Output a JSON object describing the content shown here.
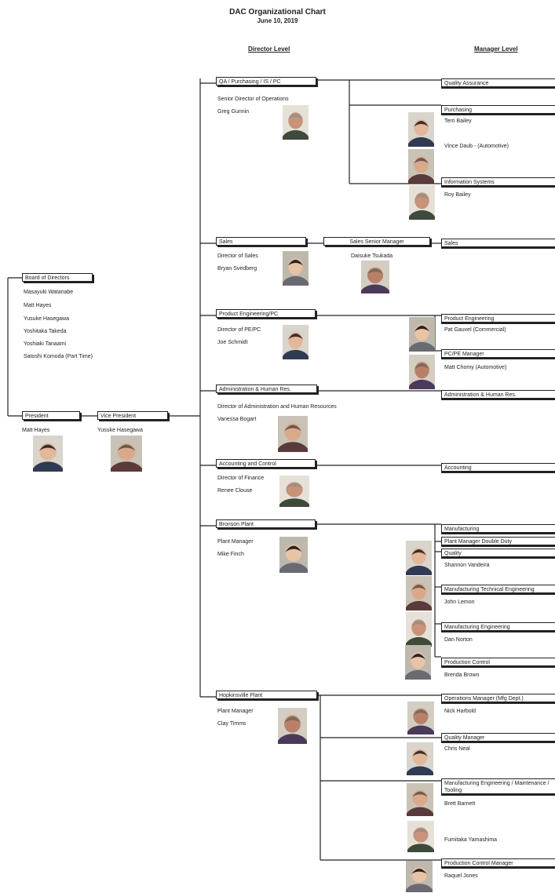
{
  "title": "DAC Organizational Chart",
  "date": "June 10, 2019",
  "headers": {
    "director": "Director Level",
    "manager": "Manager Level"
  },
  "board": {
    "label": "Board of Directors",
    "members": [
      "Masayuki Watanabe",
      "Matt Hayes",
      "Yusuke Hasegawa",
      "Yoshitaka Takeda",
      "Yoshiaki Tanaami",
      "Satoshi Komoda (Part Time)"
    ]
  },
  "president": {
    "label": "President",
    "name": "Matt Hayes"
  },
  "vice_president": {
    "label": "Vice President",
    "name": "Yusuke Hasegawa"
  },
  "directors": [
    {
      "unit": "QA / Purchasing / IS / PC",
      "title": "Senior Director of Operations",
      "name": "Greg Gunnin"
    },
    {
      "unit": "Sales",
      "title": "Director of Sales",
      "name": "Bryan Svedberg"
    },
    {
      "unit": "Product Engineering/PC",
      "title": "Director of PE/PC",
      "name": "Joe Schmidt"
    },
    {
      "unit": "Administration & Human Res.",
      "title": "Director of Administration and Human Resources",
      "name": "Vanessa Bogart"
    },
    {
      "unit": "Accounting and Control",
      "title": "Director of Finance",
      "name": "Renee Clouse"
    },
    {
      "unit": "Bronson Plant",
      "title": "Plant Manager",
      "name": "Mike Finch"
    },
    {
      "unit": "Hopkinsville Plant",
      "title": "Plant Manager",
      "name": "Clay Timms"
    }
  ],
  "sales_senior": {
    "label": "Sales Senior Manager",
    "name": "Daisuke Tsukada"
  },
  "managers": [
    {
      "label": "Quality Assurance"
    },
    {
      "label": "Purchasing",
      "names": [
        "Terri Bailey",
        "Vince Daub - (Automotive)"
      ]
    },
    {
      "label": "Information Systems",
      "names": [
        "Roy Bailey"
      ]
    },
    {
      "label": "Sales"
    },
    {
      "label": "Product Engineering",
      "names": [
        "Pat Gauvel (Commercial)"
      ]
    },
    {
      "label": "PC/PE Manager",
      "names": [
        "Matt Chomy (Automotive)"
      ]
    },
    {
      "label": "Administration & Human Res."
    },
    {
      "label": "Accounting"
    },
    {
      "label": "Manufacturing"
    },
    {
      "label": "Plant Manager Double Duty"
    },
    {
      "label": "Quality",
      "names": [
        "Shannon Vandeira"
      ]
    },
    {
      "label": "Manufacturing Technical Engineering",
      "names": [
        "John Lemon"
      ]
    },
    {
      "label": "Manufacturing Engineering",
      "names": [
        "Dan Norton"
      ]
    },
    {
      "label": "Production Control",
      "names": [
        "Brenda Brown"
      ]
    },
    {
      "label": "Operations Manager (Mfg Dept.)",
      "names": [
        "Nick Harbold"
      ]
    },
    {
      "label": "Quality Manager",
      "names": [
        "Chris Neal"
      ]
    },
    {
      "label": "Manufacturing Engineering / Maintenance / Tooling",
      "names": [
        "Brett Barnett",
        "Fumitaka Yamashima"
      ]
    },
    {
      "label": "Production Control Manager",
      "names": [
        "Raquel Jones"
      ]
    }
  ],
  "colors": {
    "line": "#222222",
    "text": "#222222",
    "background": "#ffffff"
  }
}
